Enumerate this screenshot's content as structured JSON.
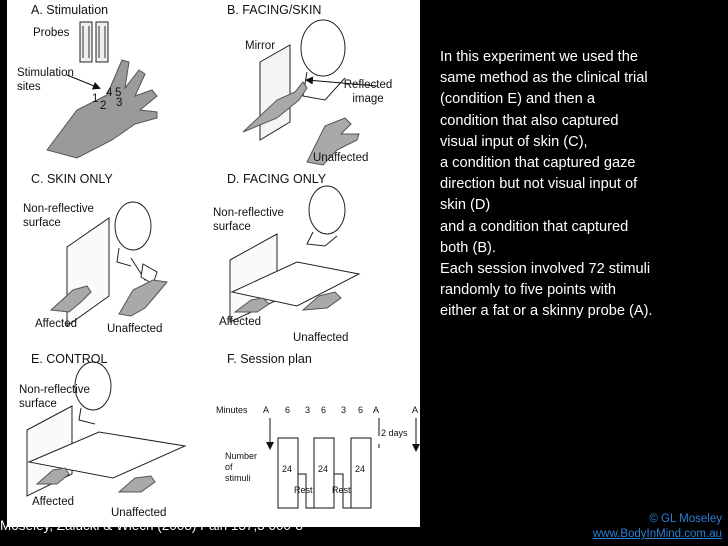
{
  "figure": {
    "panels": {
      "a": {
        "title": "A. Stimulation",
        "probes": "Probes",
        "sites_line1": "Stimulation",
        "sites_line2": "sites",
        "digits": [
          "1",
          "2",
          "4",
          "5",
          "3"
        ]
      },
      "b": {
        "title": "B. FACING/SKIN",
        "mirror": "Mirror",
        "reflected_line1": "Reflected",
        "reflected_line2": "image",
        "unaffected": "Unaffected"
      },
      "c": {
        "title": "C. SKIN ONLY",
        "surface_line1": "Non-reflective",
        "surface_line2": "surface",
        "affected": "Affected",
        "unaffected": "Unaffected"
      },
      "d": {
        "title": "D. FACING ONLY",
        "surface_line1": "Non-reflective",
        "surface_line2": "surface",
        "affected": "Affected",
        "unaffected": "Unaffected"
      },
      "e": {
        "title": "E. CONTROL",
        "surface_line1": "Non-reflective",
        "surface_line2": "surface",
        "affected": "Affected",
        "unaffected": "Unaffected"
      },
      "f": {
        "title": "F. Session plan",
        "minutes_label": "Minutes",
        "timeline": [
          "A",
          "6",
          "3",
          "6",
          "3",
          "6",
          "A",
          "A"
        ],
        "days": "2 days",
        "stimuli_line1": "Number",
        "stimuli_line2": "of",
        "stimuli_line3": "stimuli",
        "blocks": [
          "24",
          "24",
          "24"
        ],
        "rest": [
          "Rest",
          "Rest"
        ]
      }
    }
  },
  "description": [
    "In this experiment we used the",
    "same method as the clinical trial",
    "(condition E) and then a",
    "condition that also captured",
    "visual input of skin (C),",
    "a condition that captured gaze",
    "direction but not visual input of",
    "skin (D)",
    "and a condition that captured",
    "both (B).",
    "Each session involved 72 stimuli",
    "randomly to five points with",
    "either a fat or a skinny probe (A)."
  ],
  "citation": "Moseley, Zalucki & Wiech (2008) Pain 137,3 600-8",
  "copyright": "© GL Moseley",
  "website": "www.BodyInMind.com.au"
}
